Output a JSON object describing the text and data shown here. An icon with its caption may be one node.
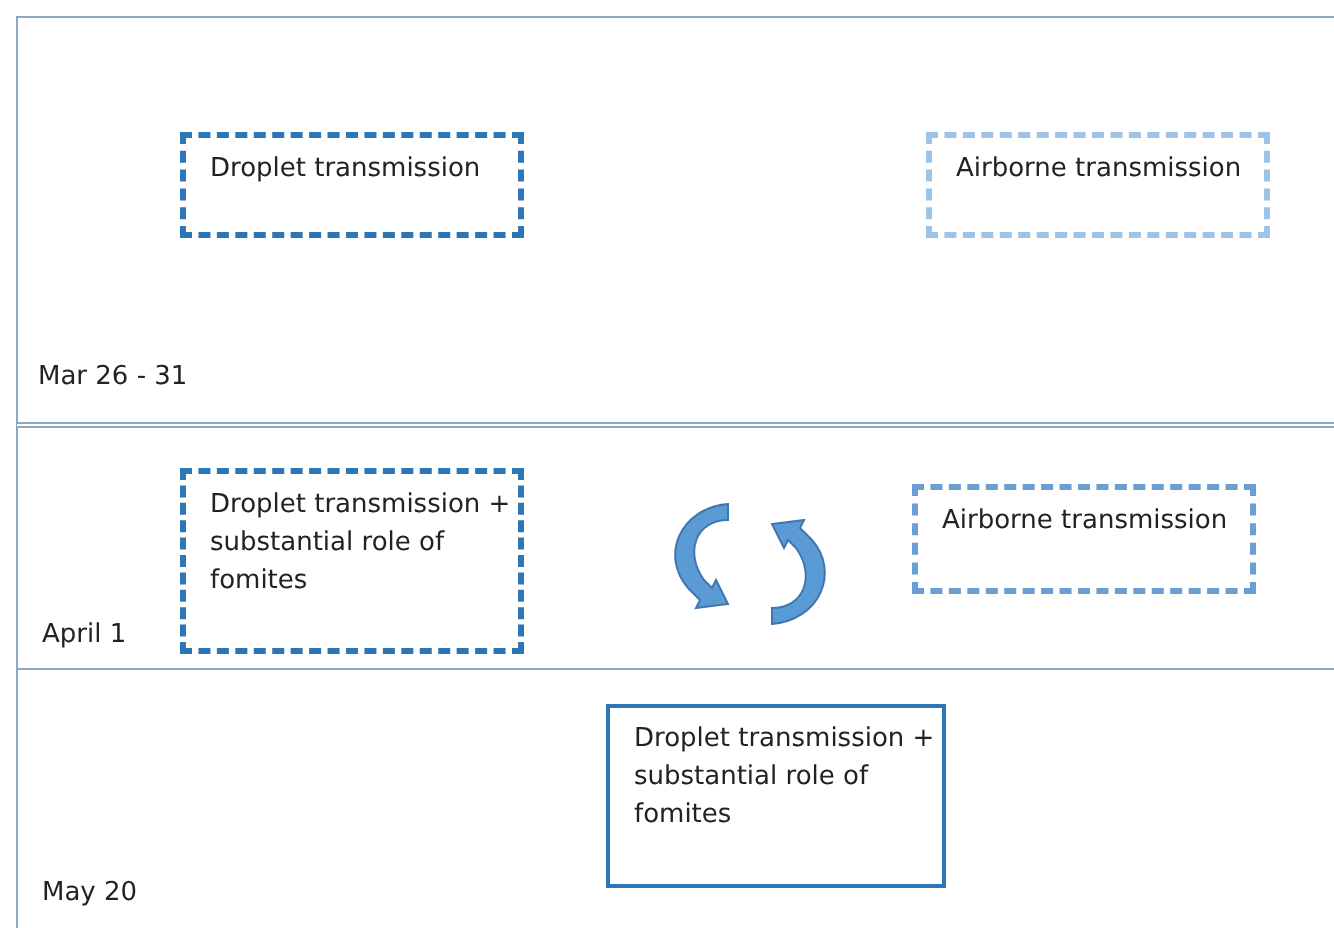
{
  "diagram": {
    "nodes": [
      {
        "text": [
          "Mar 26 - 31"
        ]
      },
      {
        "text": [
          "Droplet transmission"
        ],
        "in": 0
      },
      {
        "text": [
          "Airborne transmission"
        ],
        "in": 0
      },
      {
        "text": [
          "April 1"
        ]
      },
      {
        "text": [
          "Droplet transmission + substantial role of fomites"
        ],
        "in": 3
      },
      {
        "text": [
          "Airborne transmission"
        ],
        "in": 3
      },
      {
        "text": [
          "May 20"
        ]
      },
      {
        "text": [
          "Droplet transmission + substantial role of fomites"
        ],
        "in": 6
      }
    ]
  }
}
